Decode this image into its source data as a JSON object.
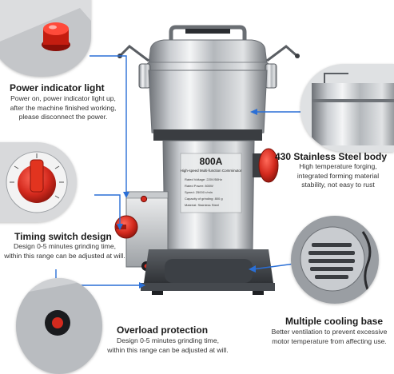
{
  "product": {
    "model_label": "800A",
    "plate_title": "High-speed Multi-function Comminutor",
    "plate_lines": [
      "Rated Voltage: 220V/50Hz",
      "Rated Power: 800W",
      "Speed: 25000 r/min",
      "Capacity of grinding: 800 g",
      "Material: Stainless Steel"
    ]
  },
  "features": {
    "power_light": {
      "title": "Power indicator light",
      "lines": [
        "Power on, power indicator light up,",
        "after the machine finished working,",
        "please disconnect the power."
      ]
    },
    "timing": {
      "title": "Timing switch design",
      "lines": [
        "Design 0-5 minutes grinding time,",
        "within this range can be adjusted at will."
      ]
    },
    "overload": {
      "title": "Overload protection",
      "lines": [
        "Design 0-5 minutes grinding time,",
        "within this range can be adjusted at will."
      ]
    },
    "steel_body": {
      "title": "430 Stainless Steel body",
      "lines": [
        "High temperature forging,",
        "integrated forming material",
        "stability, not easy to rust"
      ]
    },
    "cooling": {
      "title": "Multiple cooling base",
      "lines": [
        "Better ventilation to prevent excessive",
        "motor temperature from affecting use."
      ]
    }
  },
  "colors": {
    "accent_red": "#d42a1e",
    "pointer_blue": "#2a6fd6",
    "steel_light": "#e4e6e8",
    "steel_dark": "#7c8085"
  },
  "icons": {
    "timer_knob": "timer-knob-icon",
    "power_light": "power-light-icon",
    "overload_button": "overload-button-icon",
    "vent": "vent-icon"
  }
}
